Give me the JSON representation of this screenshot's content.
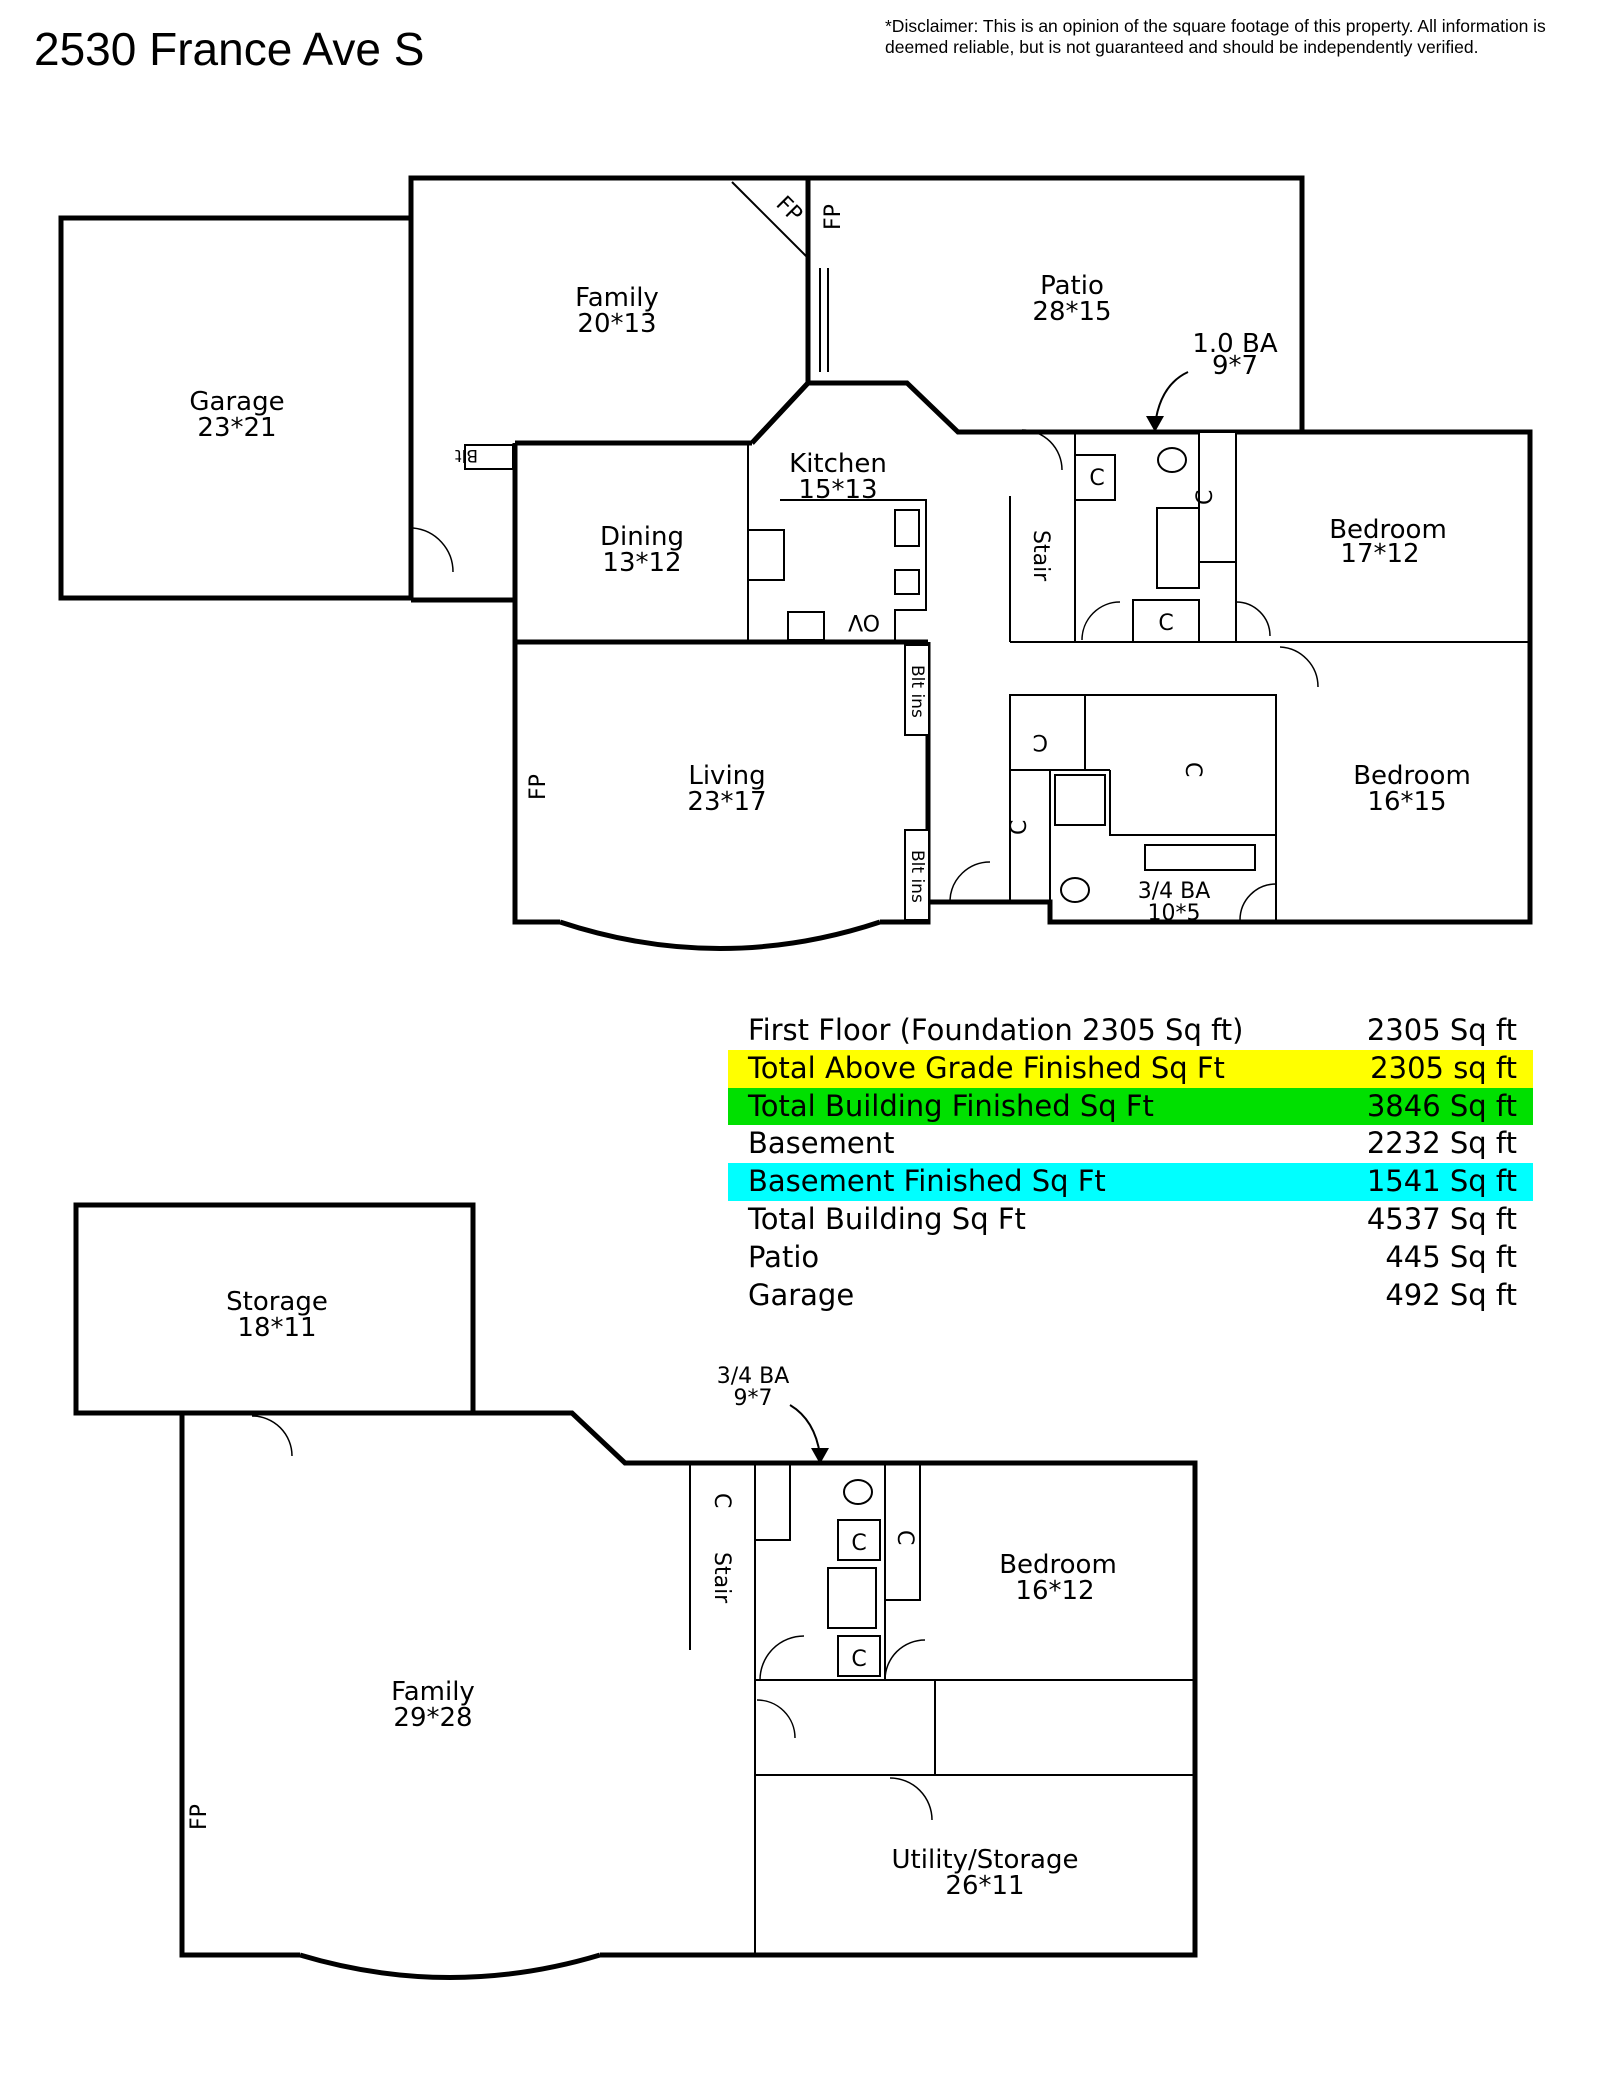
{
  "header": {
    "title": "2530 France Ave S",
    "disclaimer": "*Disclaimer: This is an opinion of the square footage of this property. All information is deemed reliable, but is not guaranteed and should be independently verified."
  },
  "first_floor": {
    "rooms": [
      {
        "name": "Garage",
        "dims": "23*21"
      },
      {
        "name": "Family",
        "dims": "20*13"
      },
      {
        "name": "Patio",
        "dims": "28*15"
      },
      {
        "name": "1.0 BA",
        "dims": "9*7"
      },
      {
        "name": "Kitchen",
        "dims": "15*13"
      },
      {
        "name": "Dining",
        "dims": "13*12"
      },
      {
        "name": "Bedroom",
        "dims": "17*12"
      },
      {
        "name": "Living",
        "dims": "23*17"
      },
      {
        "name": "Bedroom",
        "dims": "16*15"
      },
      {
        "name": "3/4 BA",
        "dims": "10*5"
      }
    ],
    "labels": {
      "fp_family": "FP",
      "fp_patio": "FP",
      "fp_living": "FP",
      "blt": "Blt",
      "blt_ins_top": "Blt ins",
      "blt_ins_bottom": "Blt ins",
      "stair": "Stair",
      "ov": "OV",
      "closet": "C"
    }
  },
  "basement": {
    "rooms": [
      {
        "name": "Storage",
        "dims": "18*11"
      },
      {
        "name": "3/4 BA",
        "dims": "9*7"
      },
      {
        "name": "Bedroom",
        "dims": "16*12"
      },
      {
        "name": "Family",
        "dims": "29*28"
      },
      {
        "name": "Utility/Storage",
        "dims": "26*11"
      }
    ],
    "labels": {
      "fp": "FP",
      "stair": "Stair",
      "closet": "C"
    }
  },
  "summary": {
    "rows": [
      {
        "label": "First Floor (Foundation 2305 Sq ft)",
        "value": "2305 Sq ft",
        "highlight": ""
      },
      {
        "label": "Total Above Grade Finished Sq Ft",
        "value": "2305 sq ft",
        "highlight": "#ffff00"
      },
      {
        "label": "Total Building Finished Sq Ft",
        "value": "3846 Sq ft",
        "highlight": "#00e000"
      },
      {
        "label": "Basement",
        "value": "2232 Sq ft",
        "highlight": ""
      },
      {
        "label": "Basement Finished Sq Ft",
        "value": "1541 Sq ft",
        "highlight": "#00ffff"
      },
      {
        "label": "Total Building Sq Ft",
        "value": "4537 Sq ft",
        "highlight": ""
      },
      {
        "label": "Patio",
        "value": "445 Sq ft",
        "highlight": ""
      },
      {
        "label": "Garage",
        "value": "492 Sq ft",
        "highlight": ""
      }
    ]
  }
}
